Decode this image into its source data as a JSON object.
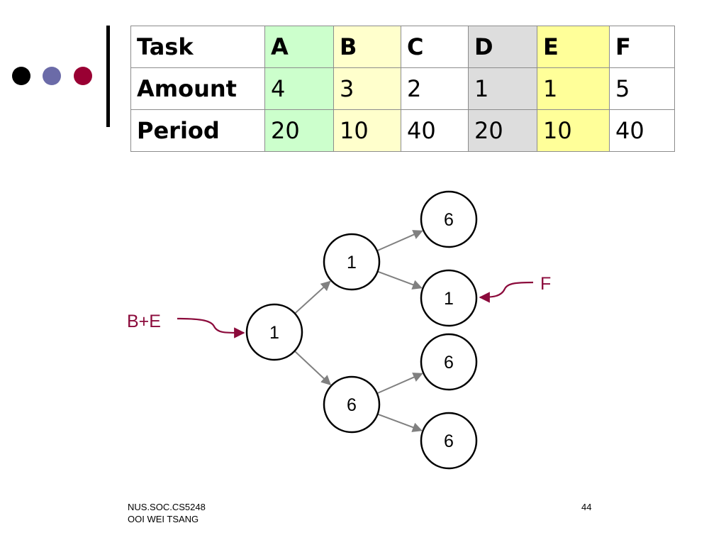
{
  "colors": {
    "dot1": "#000000",
    "dot2": "#6b6ba8",
    "dot3": "#990033",
    "annotation": "#8b0a3b",
    "edge": "#808080"
  },
  "table": {
    "columns": [
      "A",
      "B",
      "C",
      "D",
      "E",
      "F"
    ],
    "rows": [
      {
        "label": "Task",
        "values": [
          "A",
          "B",
          "C",
          "D",
          "E",
          "F"
        ]
      },
      {
        "label": "Amount",
        "values": [
          "4",
          "3",
          "2",
          "1",
          "1",
          "5"
        ]
      },
      {
        "label": "Period",
        "values": [
          "20",
          "10",
          "40",
          "20",
          "10",
          "40"
        ]
      }
    ]
  },
  "diagram": {
    "nodes": [
      {
        "id": "root",
        "label": "1"
      },
      {
        "id": "n_top",
        "label": "1"
      },
      {
        "id": "n_bottom",
        "label": "6"
      },
      {
        "id": "leaf1",
        "label": "6"
      },
      {
        "id": "leaf2",
        "label": "1"
      },
      {
        "id": "leaf3",
        "label": "6"
      },
      {
        "id": "leaf4",
        "label": "6"
      }
    ],
    "edges": [
      {
        "from": "root",
        "to": "n_top"
      },
      {
        "from": "root",
        "to": "n_bottom"
      },
      {
        "from": "n_top",
        "to": "leaf1"
      },
      {
        "from": "n_top",
        "to": "leaf2"
      },
      {
        "from": "n_bottom",
        "to": "leaf3"
      },
      {
        "from": "n_bottom",
        "to": "leaf4"
      }
    ],
    "annotations": [
      {
        "id": "be",
        "text": "B+E",
        "target": "root"
      },
      {
        "id": "f",
        "text": "F",
        "target": "leaf2"
      }
    ]
  },
  "footer": {
    "course": "NUS.SOC.CS5248",
    "author": "OOI WEI TSANG",
    "page": "44"
  }
}
